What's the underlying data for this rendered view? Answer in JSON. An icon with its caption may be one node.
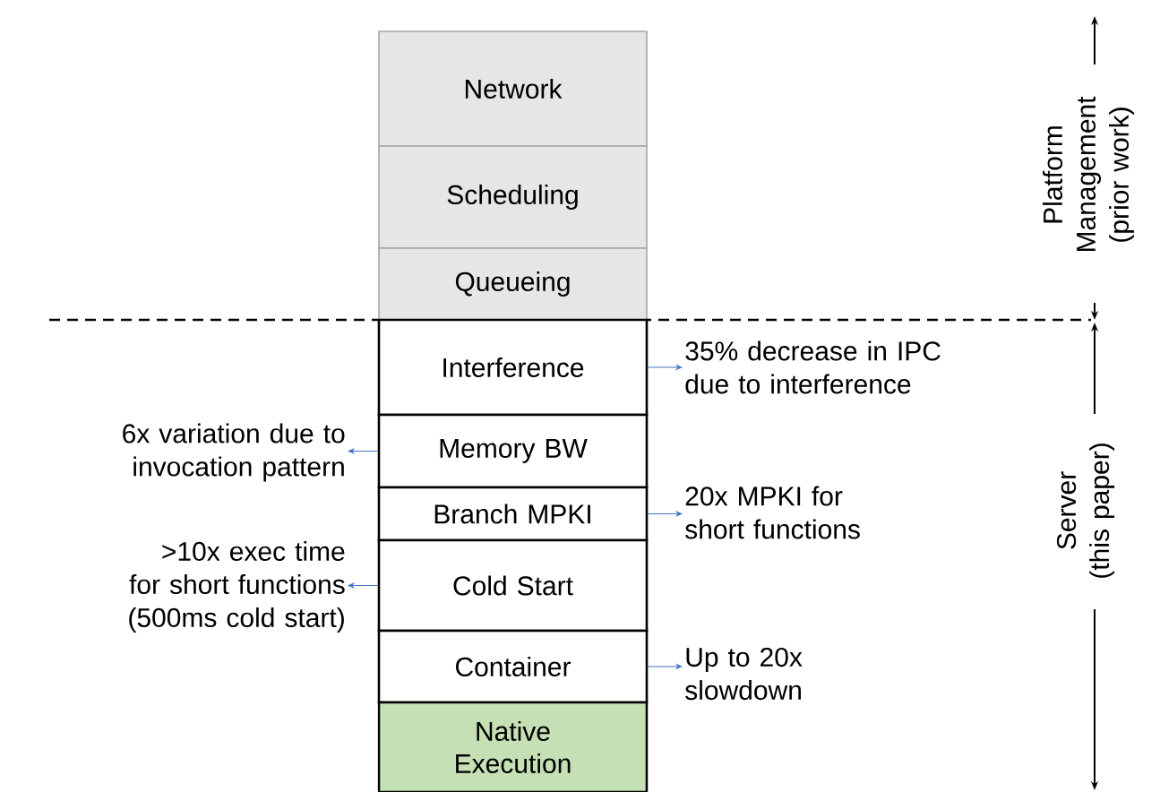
{
  "diagram": {
    "nodes": [
      {
        "text": [
          "Network"
        ]
      },
      {
        "text": [
          "Scheduling"
        ]
      },
      {
        "text": [
          "Queueing"
        ]
      },
      {
        "text": [
          "Interference"
        ]
      },
      {
        "text": [
          "Memory BW"
        ]
      },
      {
        "text": [
          "Branch MPKI"
        ]
      },
      {
        "text": [
          "Cold Start"
        ]
      },
      {
        "text": [
          "Container"
        ]
      },
      {
        "text": [
          "Native Execution"
        ]
      },
      {
        "text": [
          "35% decrease in IPC due to interference"
        ]
      },
      {
        "text": [
          "6x variation due to invocation pattern"
        ]
      },
      {
        "text": [
          "20x MPKI for short functions"
        ]
      },
      {
        "text": [
          ">10x exec time for short functions (500ms cold start)"
        ]
      },
      {
        "text": [
          "Up to 20x slowdown"
        ]
      }
    ],
    "edges": [
      {
        "from": 3,
        "to": 9,
        "arrow": "to",
        "color": "#4472c4"
      },
      {
        "from": 4,
        "to": 10,
        "arrow": "to",
        "color": "#4472c4"
      },
      {
        "from": 5,
        "to": 11,
        "arrow": "to",
        "color": "#4472c4"
      },
      {
        "from": 6,
        "to": 12,
        "arrow": "to",
        "color": "#4472c4"
      },
      {
        "from": 7,
        "to": 13,
        "arrow": "to",
        "color": "#4472c4"
      }
    ],
    "labels": [
      "Platform Management (prior work)",
      "Server (this paper)"
    ]
  }
}
